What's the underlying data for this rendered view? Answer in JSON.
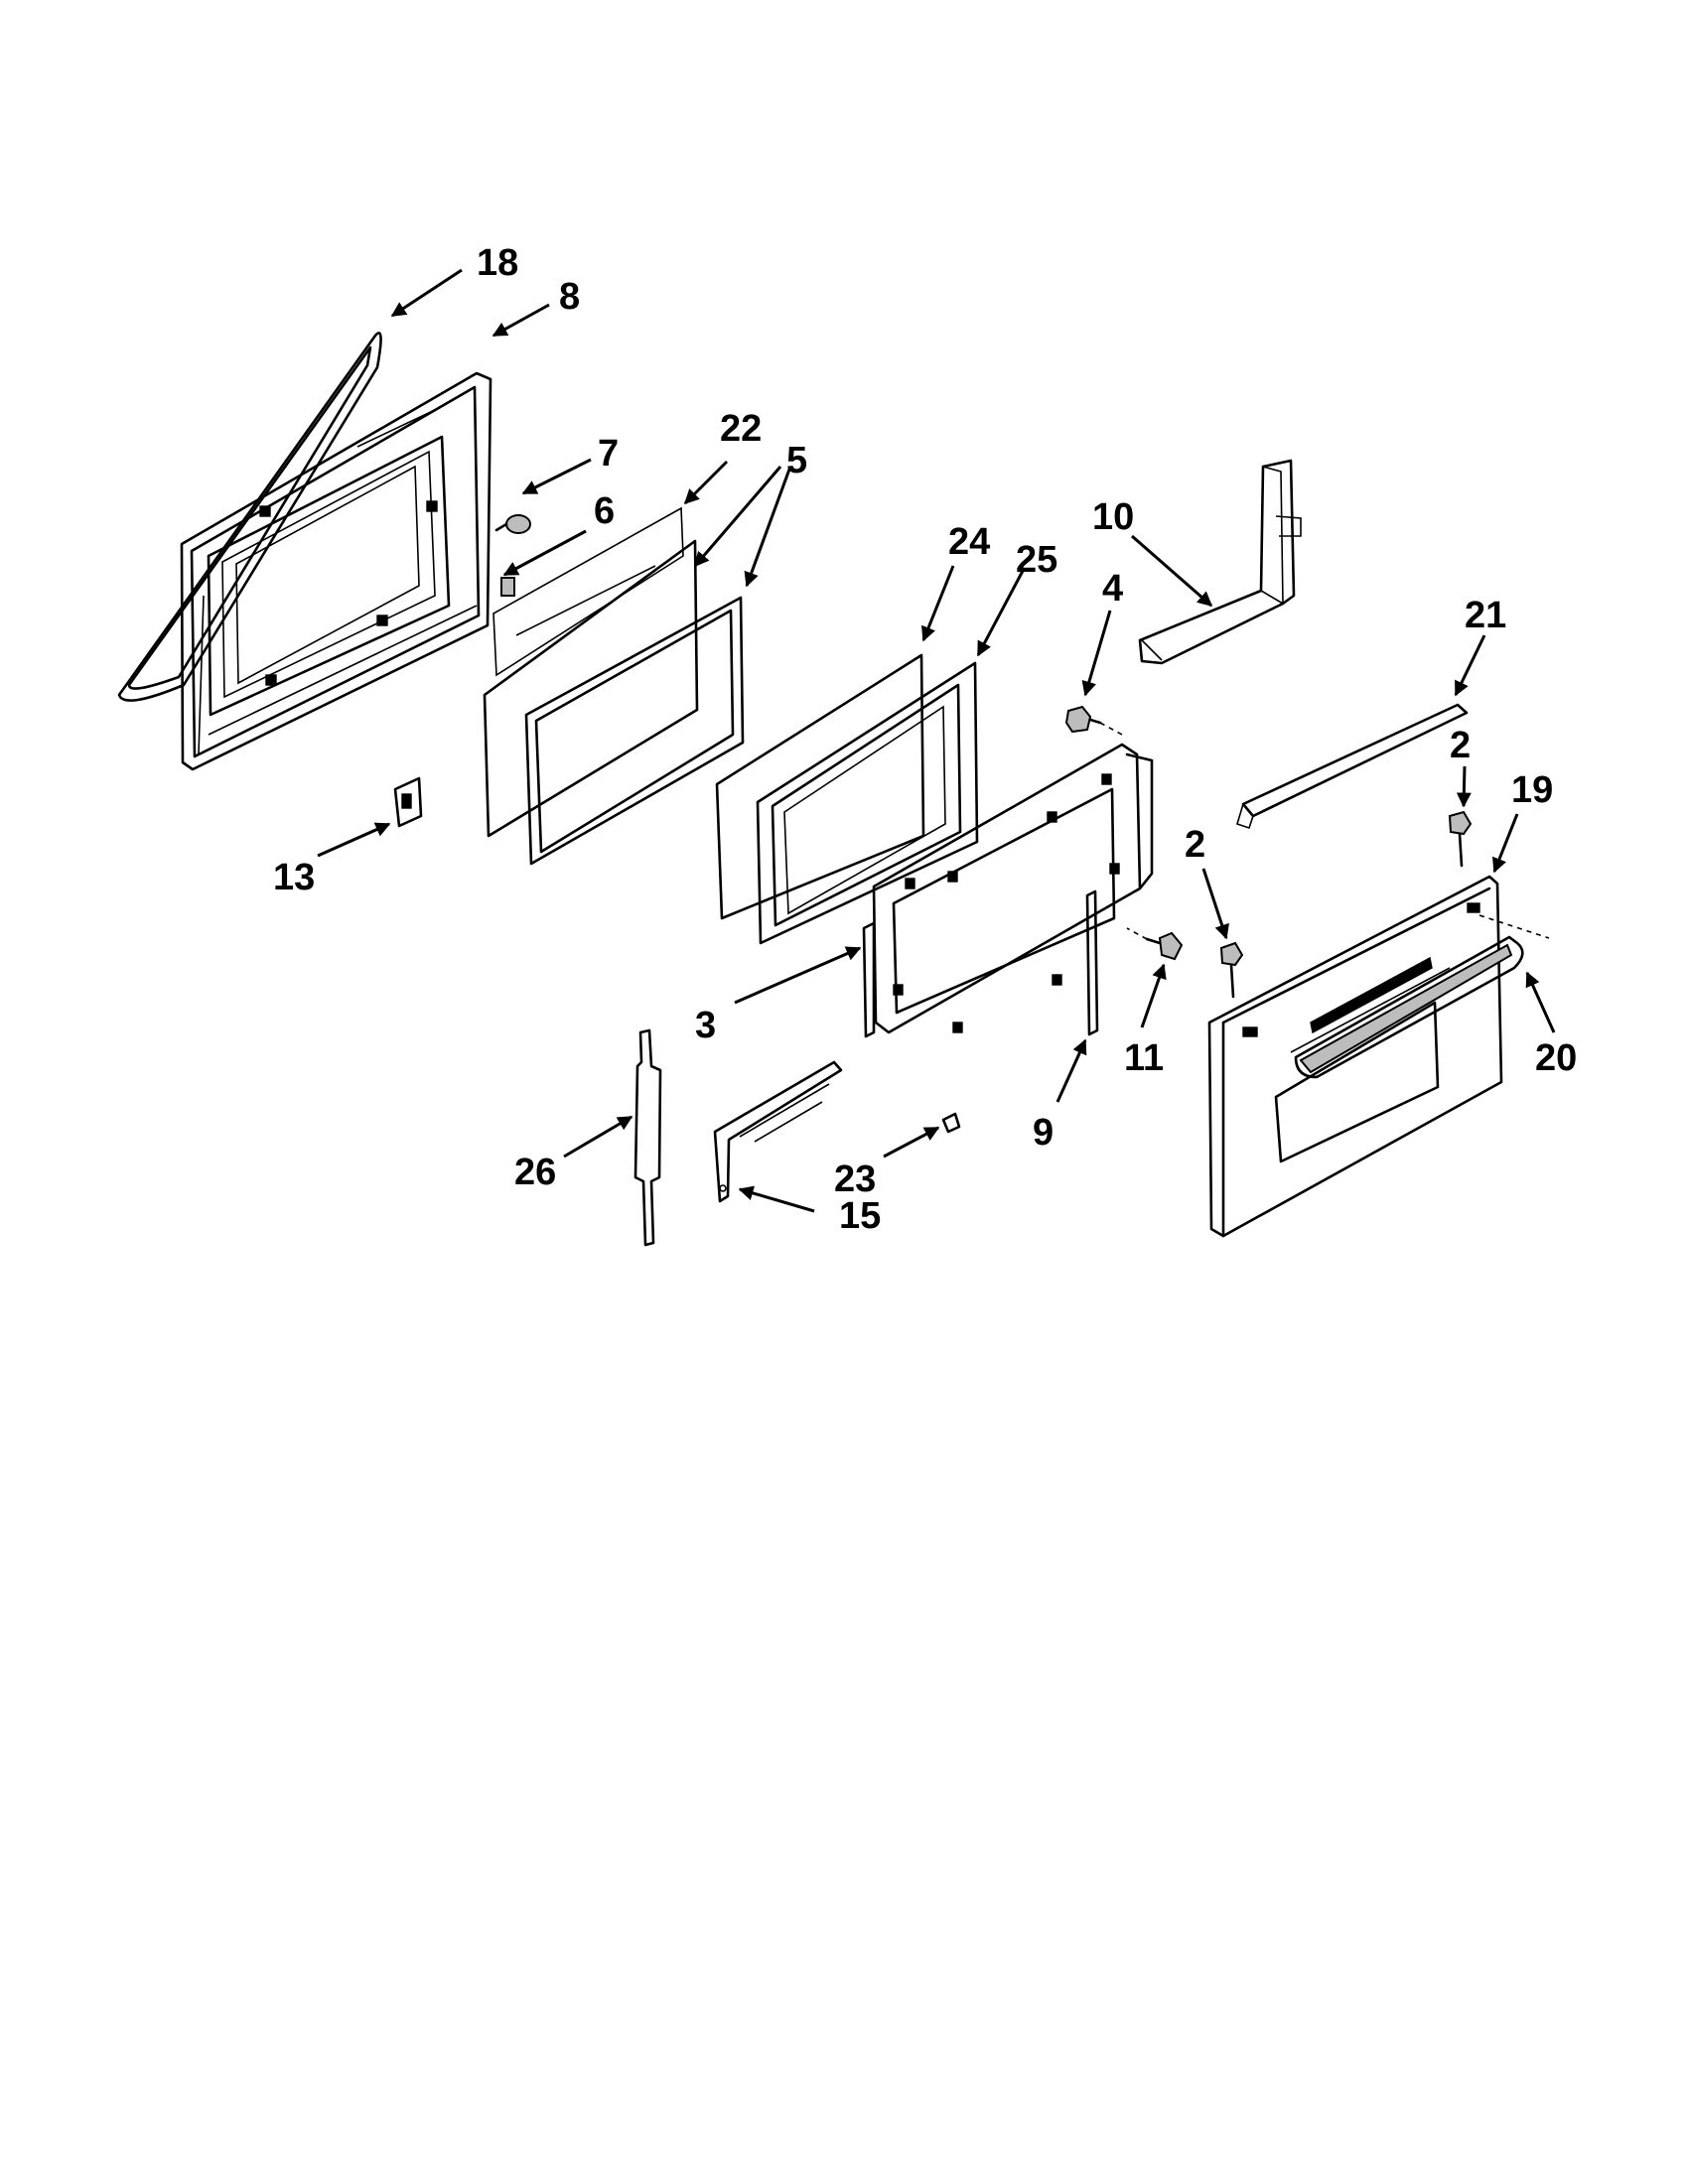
{
  "callouts": {
    "c18": "18",
    "c8": "8",
    "c7": "7",
    "c6": "6",
    "c22": "22",
    "c5": "5",
    "c13": "13",
    "c24": "24",
    "c25": "25",
    "c10": "10",
    "c4": "4",
    "c21": "21",
    "c2a": "2",
    "c19": "19",
    "c2b": "2",
    "c3": "3",
    "c11": "11",
    "c20": "20",
    "c9": "9",
    "c26": "26",
    "c23": "23",
    "c15": "15"
  }
}
